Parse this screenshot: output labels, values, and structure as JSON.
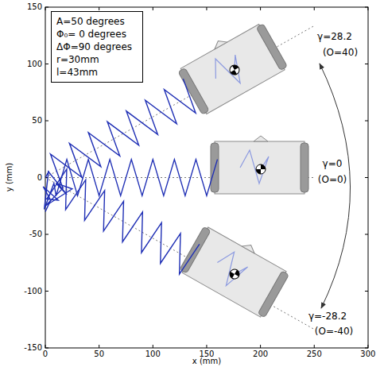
{
  "diagram": {
    "nodes": [
      {
        "text": [
          "A=50 degrees",
          "Φ₀= 0 degrees",
          "ΔΦ=90 degrees",
          "r=30mm",
          "l=43mm"
        ]
      }
    ],
    "labels": [
      "150",
      "100",
      "50",
      "0",
      "-50",
      "-100",
      "-150",
      "0",
      "50",
      "100",
      "150",
      "200",
      "250",
      "300",
      "x (mm)",
      "y (mm)",
      "γ=28.2",
      "(O=40)",
      "γ=0",
      "(O=0)",
      "γ=-28.2",
      "(O=-40)"
    ]
  }
}
